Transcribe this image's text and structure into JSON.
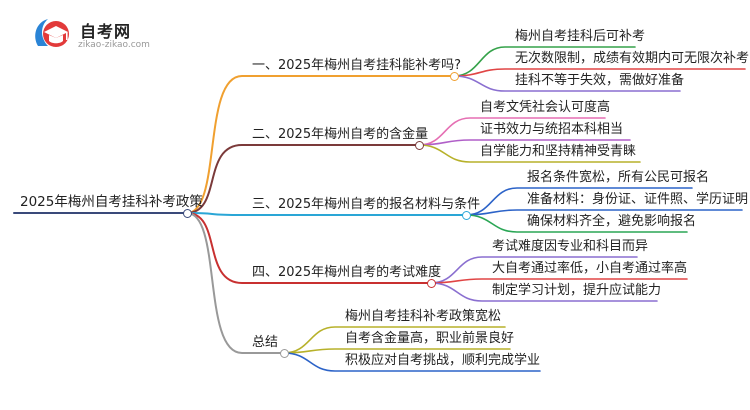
{
  "logo": {
    "title": "自考网",
    "url": "zikao-zikao.com"
  },
  "root": "2025年梅州自考挂科补考政策",
  "branches": [
    {
      "label": "一、2025年梅州自考挂科能补考吗?",
      "color": "#f0a030",
      "children": [
        "梅州自考挂科后可补考",
        "无次数限制，成绩有效期内可无限次补考",
        "挂科不等于失效，需做好准备"
      ],
      "child_colors": [
        "#35a24a",
        "#e04545",
        "#8a6fd0"
      ]
    },
    {
      "label": "二、2025年梅州自考的含金量",
      "color": "#7b3a3a",
      "children": [
        "自考文凭社会认可度高",
        "证书效力与统招本科相当",
        "自学能力和坚持精神受青睐"
      ],
      "child_colors": [
        "#e56fb3",
        "#b05fc8",
        "#b7b12a"
      ]
    },
    {
      "label": "三、2025年梅州自考的报名材料与条件",
      "color": "#2aa6d6",
      "children": [
        "报名条件宽松，所有公民可报名",
        "准备材料：身份证、证件照、学历证明",
        "确保材料齐全，避免影响报名"
      ],
      "child_colors": [
        "#2c63c8",
        "#2c63c8",
        "#2aa655"
      ]
    },
    {
      "label": "四、2025年梅州自考的考试难度",
      "color": "#c83030",
      "children": [
        "考试难度因专业和科目而异",
        "大自考通过率低，小自考通过率高",
        "制定学习计划，提升应试能力"
      ],
      "child_colors": [
        "#8a6fd0",
        "#e04545",
        "#8a6fd0"
      ]
    },
    {
      "label": "总结",
      "color": "#999999",
      "children": [
        "梅州自考挂科补考政策宽松",
        "自考含金量高，职业前景良好",
        "积极应对自考挑战，顺利完成学业"
      ],
      "child_colors": [
        "#b7b12a",
        "#b7b12a",
        "#2c63c8"
      ]
    }
  ]
}
